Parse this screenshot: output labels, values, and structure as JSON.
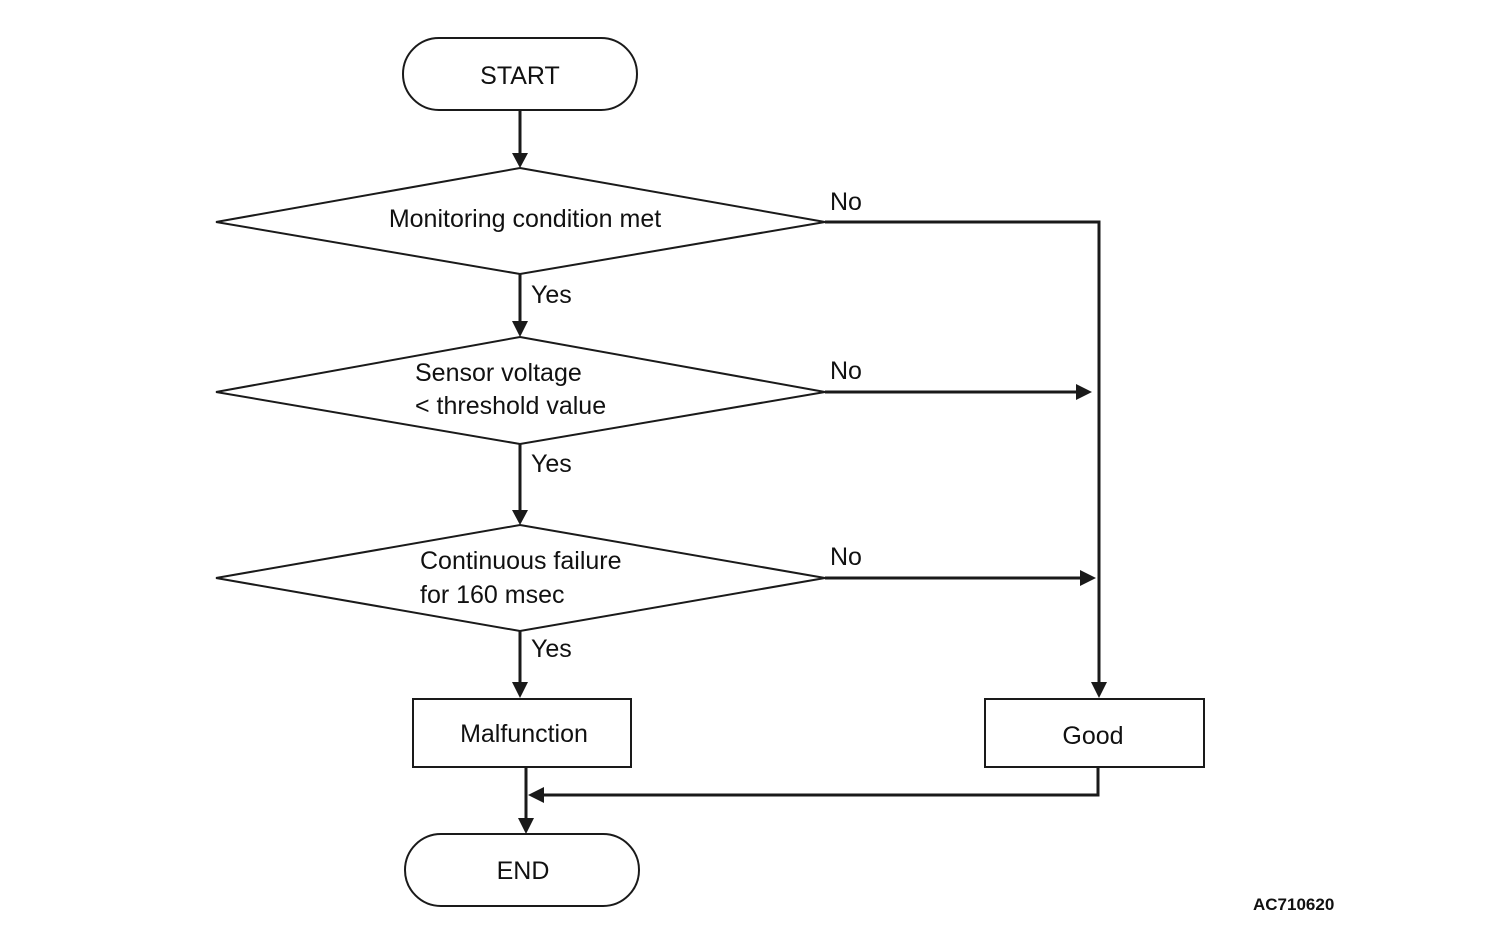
{
  "flowchart": {
    "start": "START",
    "decision1": "Monitoring condition met",
    "decision2": {
      "line1": "Sensor voltage",
      "line2": "< threshold value"
    },
    "decision3": {
      "line1": "Continuous failure",
      "line2": "for 160 msec"
    },
    "malfunction": "Malfunction",
    "good": "Good",
    "end": "END",
    "yes": "Yes",
    "no": "No"
  },
  "figure_code": "AC710620"
}
